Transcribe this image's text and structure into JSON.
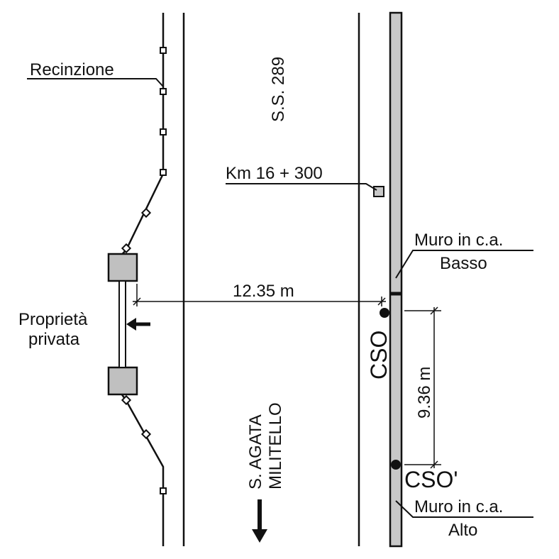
{
  "labels": {
    "fence": "Recinzione",
    "road_name": "S.S. 289",
    "km_marker": "Km 16 + 300",
    "wall_low_line1": "Muro in c.a.",
    "wall_low_line2": "Basso",
    "distance_horizontal": "12.35 m",
    "property_line1": "Proprietà",
    "property_line2": "privata",
    "cso": "CSO",
    "distance_vertical": "9.36 m",
    "cso_prime": "CSO'",
    "direction_line1": "S. AGATA",
    "direction_line2": "MILITELLO",
    "wall_high_line1": "Muro in c.a.",
    "wall_high_line2": "Alto"
  },
  "colors": {
    "line": "#111111",
    "wall_fill": "#c8c8c8",
    "pillar_fill": "#c0c0c0"
  }
}
